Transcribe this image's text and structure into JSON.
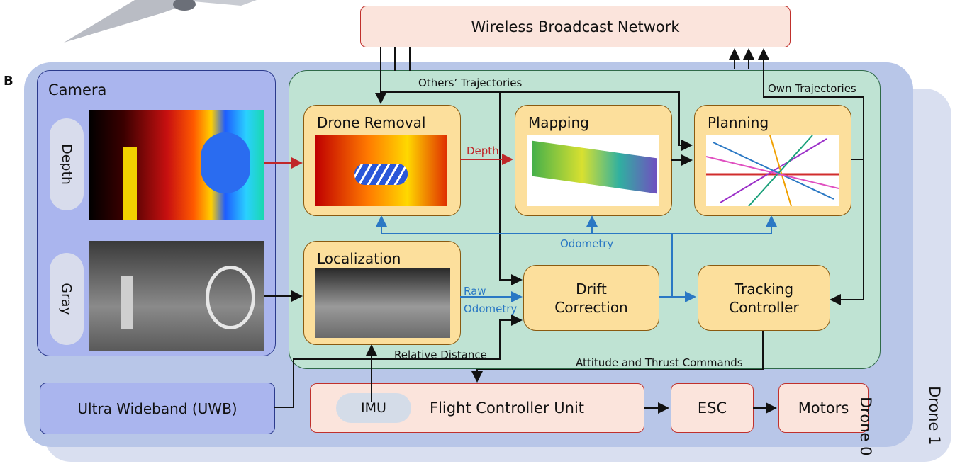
{
  "header": {
    "network": "Wireless Broadcast Network",
    "panel_letter": "B"
  },
  "drones": {
    "drone0": "Drone 0",
    "drone1": "Drone 1"
  },
  "camera": {
    "title": "Camera",
    "depth_label": "Depth",
    "gray_label": "Gray"
  },
  "modules": {
    "drone_removal": "Drone Removal",
    "mapping": "Mapping",
    "planning": "Planning",
    "localization": "Localization",
    "drift_correction_1": "Drift",
    "drift_correction_2": "Correction",
    "tracking_controller_1": "Tracking",
    "tracking_controller_2": "Controller"
  },
  "hardware": {
    "uwb": "Ultra Wideband (UWB)",
    "imu": "IMU",
    "fcu": "Flight Controller Unit",
    "esc": "ESC",
    "motors": "Motors"
  },
  "edges": {
    "others_trajectories": "Others’ Trajectories",
    "own_trajectories": "Own  Trajectories",
    "depth": "Depth",
    "odometry": "Odometry",
    "raw": "Raw",
    "raw_odometry": "Odometry",
    "relative_distance": "Relative Distance",
    "attitude_thrust": "Attitude and Thrust Commands"
  },
  "colors": {
    "depth_arrow": "#c0282a",
    "odometry_arrow": "#2a78c4",
    "control_arrow": "#111111"
  }
}
